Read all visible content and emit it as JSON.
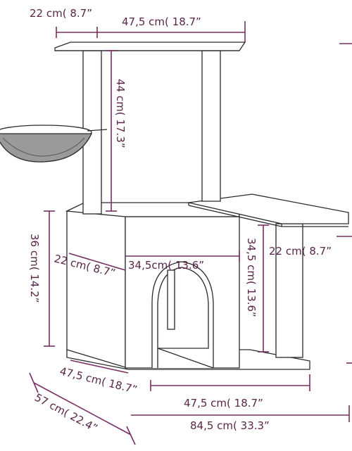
{
  "product": "cat tree with hammock, condo and platforms",
  "colors": {
    "dimension": "#7a2e63",
    "outline": "#2b2b2b",
    "background": "#ffffff"
  },
  "dimensions": {
    "top_depth": "22 cm( 8.7”",
    "top_width": "47,5 cm( 18.7”",
    "post_height": "44 cm( 17.3”",
    "box_height": "36 cm( 14.2”",
    "box_depth": "22 cm( 8.7”",
    "box_width": "34,5cm( 13.6”",
    "side_shelf_height": "34,5 cm( 13.6”",
    "side_shelf_depth": "22 cm( 8.7”",
    "base_depth": "47,5 cm( 18.7”",
    "base_width": "47,5 cm( 18.7”",
    "total_depth": "57 cm( 22.4”",
    "total_width": "84,5 cm( 33.3”"
  }
}
